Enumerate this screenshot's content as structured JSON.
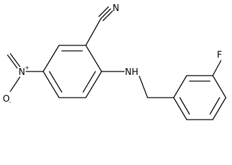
{
  "molecule": {
    "atoms": {
      "nitrile_n": "N",
      "amine": "NH",
      "fluorine": "F",
      "nitro_n": "N",
      "nitro_n_charge": "+",
      "nitro_o_minus": "O",
      "nitro_o_charge": "-"
    }
  },
  "colors": {
    "bond": "#000000",
    "background": "#ffffff"
  }
}
